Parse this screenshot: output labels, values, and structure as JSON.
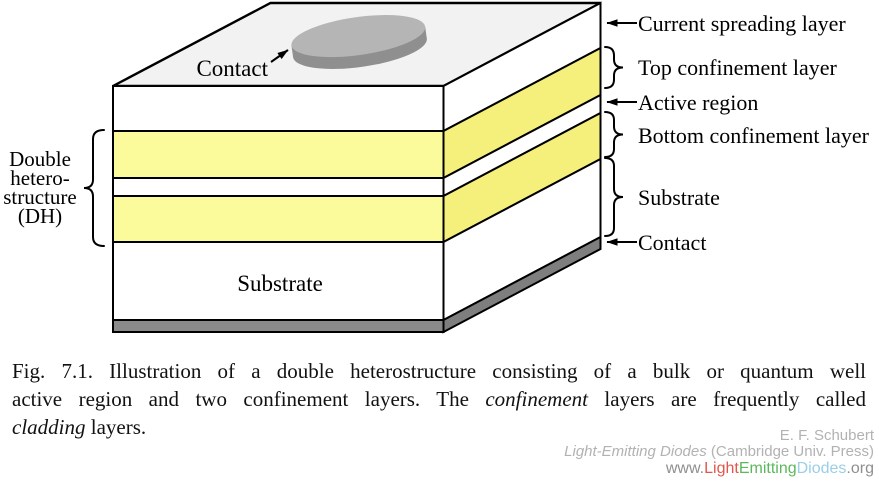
{
  "diagram": {
    "box": {
      "front_substrate_label": "Substrate",
      "top_contact_label": "Contact",
      "colors": {
        "layer_yellow_front": "#FBFB9B",
        "layer_yellow_side": "#F5F07C",
        "top_face_gray": "#F2F2F2",
        "contact_strip_front": "#8A8A8A",
        "contact_strip_side": "#7E7E7E",
        "disc_top": "#B5B5B5",
        "disc_side": "#8F8F8F"
      }
    },
    "left_label": {
      "lines": [
        "Double",
        "hetero-",
        "structure",
        "(DH)"
      ]
    },
    "right_labels": [
      {
        "text": "Current spreading layer",
        "connector": "arrow"
      },
      {
        "text": "Top confinement layer",
        "connector": "brace"
      },
      {
        "text": "Active region",
        "connector": "arrow"
      },
      {
        "text": "Bottom confinement layer",
        "connector": "brace"
      },
      {
        "text": "Substrate",
        "connector": "brace"
      },
      {
        "text": "Contact",
        "connector": "arrow"
      }
    ]
  },
  "caption": {
    "line1": "Fig. 7.1. Illustration of a double heterostructure consisting of a bulk or quantum well",
    "line2_pre": "active region and two confinement layers. The ",
    "line2_italic": "confinement",
    "line2_post": " layers are frequently called",
    "line3_italic": "cladding",
    "line3_post": " layers."
  },
  "attribution": {
    "author": "E. F. Schubert",
    "book_title": "Light-Emitting Diodes",
    "book_publisher": " (Cambridge Univ. Press)",
    "url_www": "www.",
    "url_light": "Light",
    "url_emitting": "Emitting",
    "url_diodes": "Diodes",
    "url_org": ".org",
    "colors": {
      "gray": "#B2B2B2",
      "red": "#E2574C",
      "green": "#5CB85C",
      "blue": "#9ACFE6"
    }
  }
}
